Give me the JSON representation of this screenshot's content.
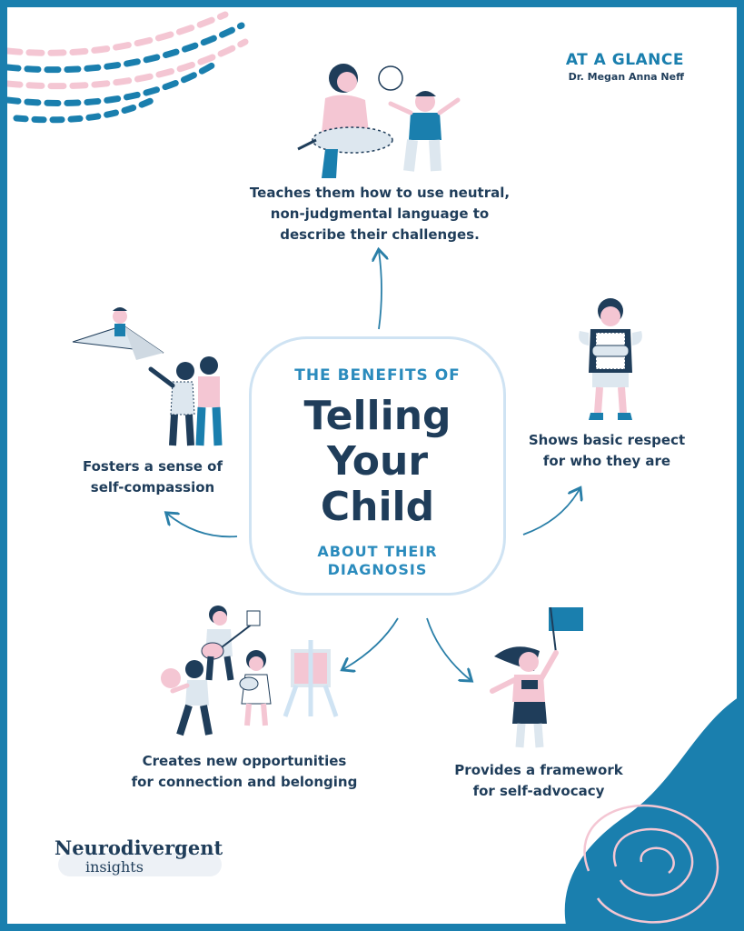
{
  "header": {
    "glance_title": "AT A GLANCE",
    "author": "Dr. Megan Anna Neff"
  },
  "center": {
    "kicker": "THE BENEFITS OF",
    "title_lines": [
      "Telling",
      "Your",
      "Child"
    ],
    "sub_lines": [
      "ABOUT THEIR",
      "DIAGNOSIS"
    ]
  },
  "benefits": {
    "top": [
      "Teaches them how to use neutral,",
      "non-judgmental language to",
      "describe their challenges."
    ],
    "left": [
      "Fosters a sense of",
      "self-compassion"
    ],
    "right": [
      "Shows basic respect",
      "for who they are"
    ],
    "bottom_left": [
      "Creates new opportunities",
      "for connection and belonging"
    ],
    "bottom_right": [
      "Provides a framework",
      "for self-advocacy"
    ]
  },
  "brand": {
    "name": "Neurodivergent",
    "sub": "insights"
  },
  "colors": {
    "frame": "#1a7fae",
    "navy": "#1f3d5a",
    "accent_blue": "#2a8bbd",
    "pink": "#f4c6d3",
    "light_blue": "#cfe3f3"
  },
  "icons": {
    "top": "parent-and-child-talking-illustration",
    "left": "paper-plane-and-family-illustration",
    "right": "boy-with-game-controller-illustration",
    "bottom_left": "children-playing-music-and-painting-illustration",
    "bottom_right": "girl-holding-flag-illustration"
  }
}
